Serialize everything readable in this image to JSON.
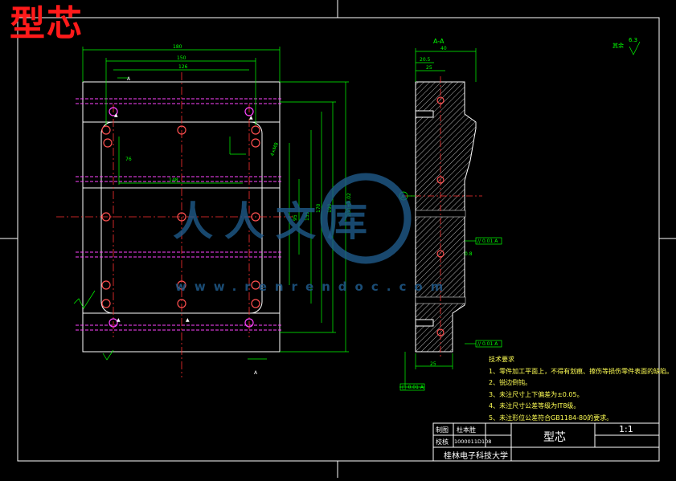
{
  "title": "型芯",
  "section_label": "A-A",
  "view_label_a": "A",
  "surface_label": "其余",
  "surface_value": "6.3",
  "notes": {
    "heading": "技术要求",
    "items": [
      "1、零件加工平面上，不得有划痕、擦伤等损伤零件表面的缺陷。",
      "2、锐边倒钝。",
      "3、未注尺寸上下偏差为±0.05。",
      "4、未注尺寸公差等级为IT8级。",
      "5、未注形位公差符合GB1184-80的要求。"
    ]
  },
  "title_block": {
    "r1_label": "制图",
    "r1_name": "杜本胜",
    "r2_label": "校核",
    "r2_id": "1000011D108",
    "part_name": "型芯",
    "scale": "1:1",
    "school": "桂林电子科技大学"
  },
  "watermark": {
    "text_cn": "人人文库",
    "url": "www.renrendoc.com"
  },
  "colors": {
    "frame": "#ffffff",
    "dimension": "#00ff00",
    "outline": "#ffffff",
    "centerline": "#ff3030",
    "cooling": "#ff44ff",
    "hatch": "#ffffff",
    "title_red": "#ff1a1a",
    "watermark": "#1f5a8a"
  }
}
